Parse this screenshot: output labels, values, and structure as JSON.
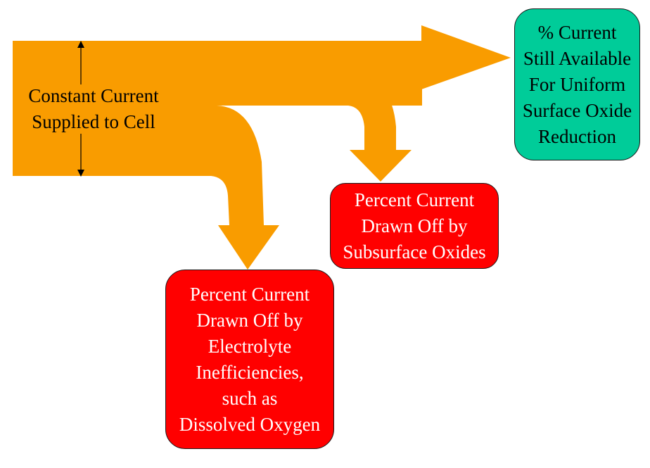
{
  "colors": {
    "flow": "#f99c00",
    "remaining_box": "#00cc99",
    "loss_box": "#ff0000",
    "loss_text": "#ffffff",
    "text": "#000000"
  },
  "source": {
    "lines": [
      "Constant Current",
      "Supplied to Cell"
    ],
    "dimension_marker": "double-headed-arrow"
  },
  "remaining": {
    "lines": [
      "% Current",
      "Still Available",
      "For Uniform",
      "Surface Oxide",
      "Reduction"
    ]
  },
  "subsurface_loss": {
    "lines": [
      "Percent Current",
      "Drawn Off by",
      "Subsurface Oxides"
    ]
  },
  "electrolyte_loss": {
    "lines": [
      "Percent Current",
      "Drawn Off by",
      "Electrolyte",
      "Inefficiencies,",
      "such as",
      "Dissolved Oxygen"
    ]
  }
}
